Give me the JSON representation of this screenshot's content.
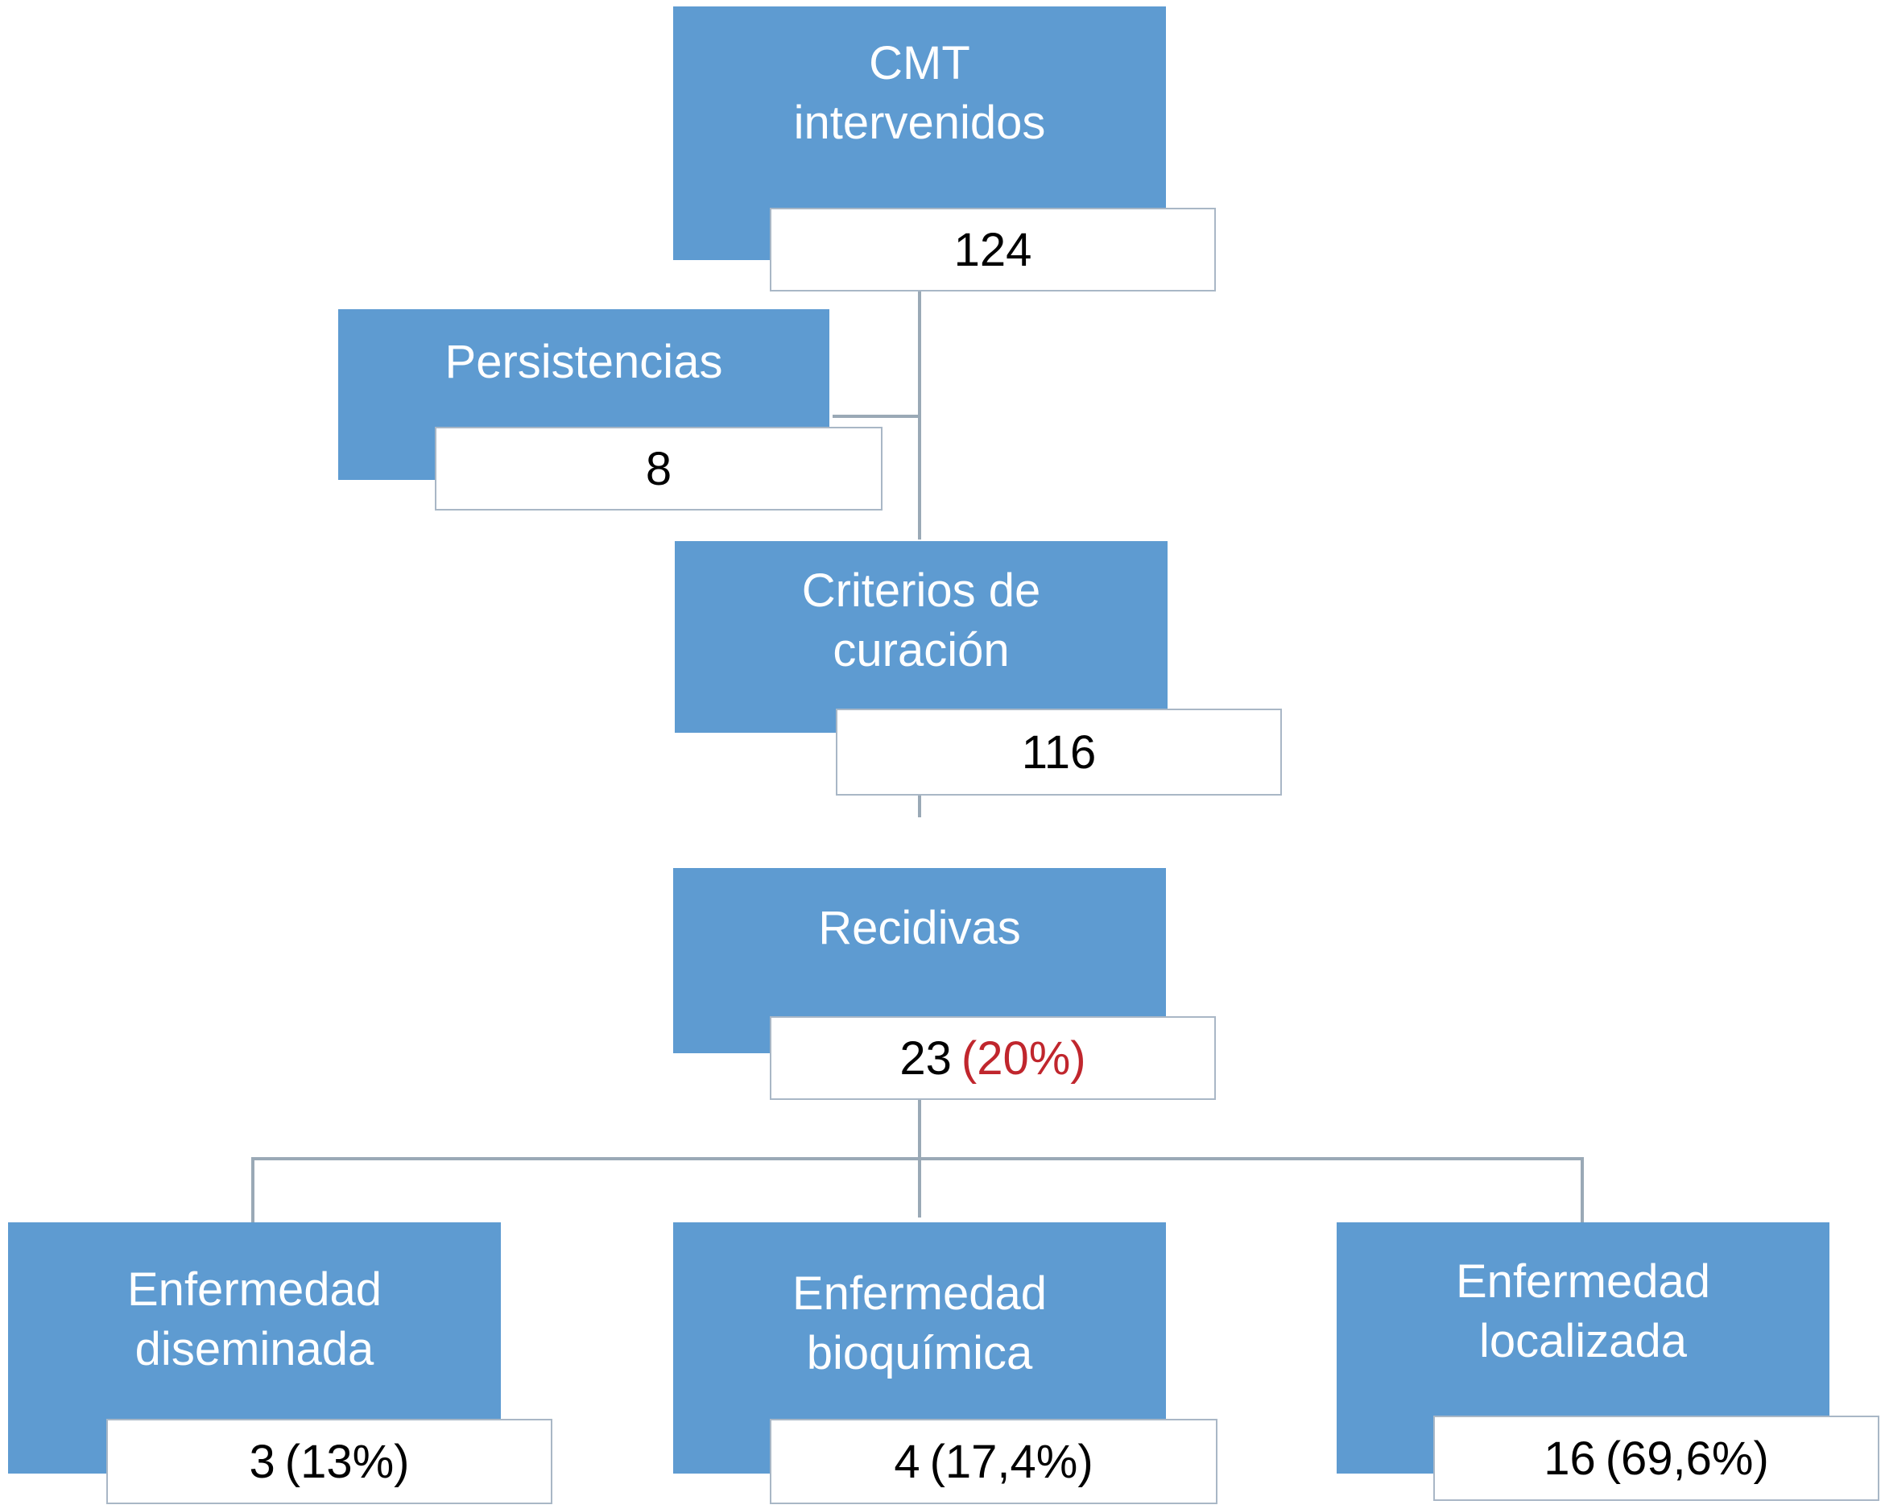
{
  "diagram": {
    "root": {
      "title": "CMT\nintervenidos",
      "count": "124"
    },
    "persistencias": {
      "title": "Persistencias",
      "count": "8"
    },
    "curacion": {
      "title": "Criterios de\ncuración",
      "count": "116"
    },
    "recidivas": {
      "title": "Recidivas",
      "count": "23",
      "percent": "(20%)"
    },
    "diseminada": {
      "title": "Enfermedad\ndiseminada",
      "count": "3",
      "percent": "(13%)"
    },
    "bioquimica": {
      "title": "Enfermedad\nbioquímica",
      "count": "4",
      "percent": "(17,4%)"
    },
    "localizada": {
      "title": "Enfermedad\nlocalizada",
      "count": "16",
      "percent": "(69,6%)"
    }
  },
  "colors": {
    "box_fill": "#5e9bd1",
    "connector": "#9aa9b6",
    "highlight_percent": "#c0262d"
  }
}
